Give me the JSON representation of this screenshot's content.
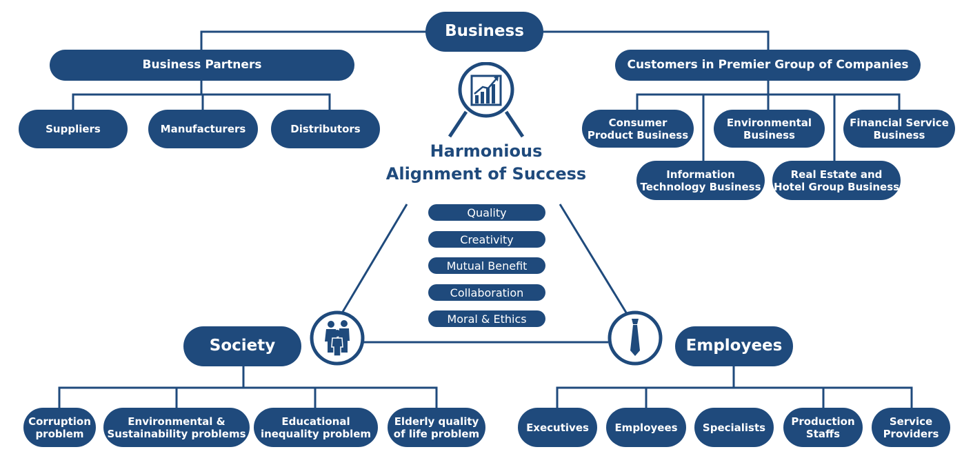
{
  "center": {
    "title_line1": "Harmonious",
    "title_line2": "Alignment of Success"
  },
  "values": [
    "Quality",
    "Creativity",
    "Mutual Benefit",
    "Collaboration",
    "Moral & Ethics"
  ],
  "business": {
    "label": "Business",
    "partners": {
      "label": "Business Partners",
      "items": [
        "Suppliers",
        "Manufacturers",
        "Distributors"
      ]
    },
    "customers": {
      "label": "Customers in Premier Group of Companies",
      "items": [
        [
          "Consumer",
          "Product Business"
        ],
        [
          "Environmental",
          "Business"
        ],
        [
          "Financial Service",
          "Business"
        ],
        [
          "Information",
          "Technology Business"
        ],
        [
          "Real Estate and",
          "Hotel Group Business"
        ]
      ]
    }
  },
  "society": {
    "label": "Society",
    "items": [
      [
        "Corruption",
        "problem"
      ],
      [
        "Environmental &",
        "Sustainability problems"
      ],
      [
        "Educational",
        "inequality problem"
      ],
      [
        "Elderly quality",
        "of life problem"
      ]
    ]
  },
  "employees": {
    "label": "Employees",
    "items": [
      [
        "Executives"
      ],
      [
        "Employees"
      ],
      [
        "Specialists"
      ],
      [
        "Production",
        "Staffs"
      ],
      [
        "Service",
        "Providers"
      ]
    ]
  },
  "icons": {
    "growth": "growth-chart-icon",
    "people": "people-group-icon",
    "tie": "necktie-icon"
  },
  "colors": {
    "primary": "#1f4a7c",
    "background": "#ffffff"
  }
}
